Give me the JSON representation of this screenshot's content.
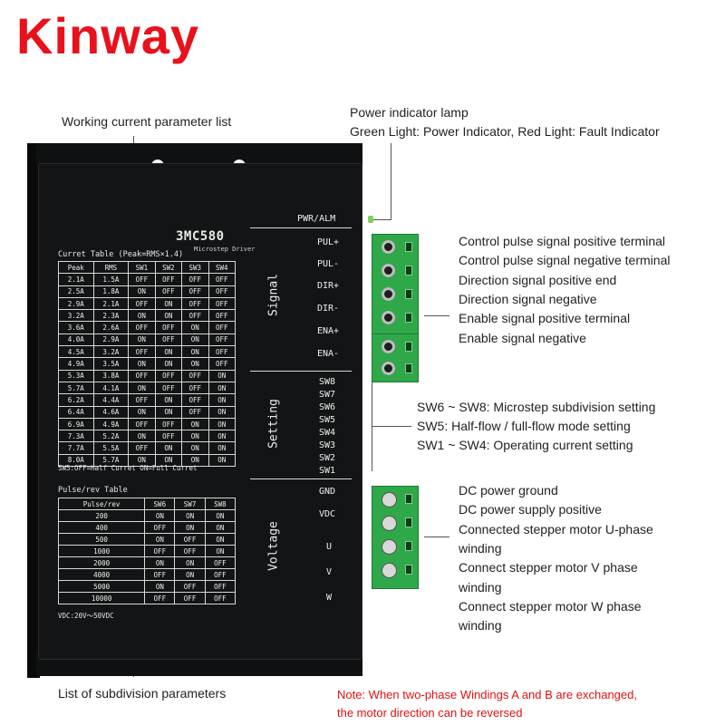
{
  "brand": "Kinway",
  "callouts": {
    "working_current": "Working current parameter list",
    "power_lamp_title": "Power indicator lamp",
    "power_lamp_desc": "Green Light: Power Indicator, Red Light: Fault Indicator",
    "subdivision_list": "List of subdivision parameters",
    "signal": [
      "Control pulse signal positive terminal",
      "Control pulse signal negative terminal",
      "Direction signal positive end",
      "Direction signal negative",
      "Enable signal positive terminal",
      "Enable signal negative"
    ],
    "setting": [
      "SW6 ~ SW8: Microstep subdivision setting",
      "SW5: Half-flow / full-flow mode setting",
      "SW1 ~ SW4: Operating current setting"
    ],
    "voltage": [
      "DC power ground",
      "DC power supply positive",
      "Connected stepper motor U-phase",
      "winding",
      "Connect stepper motor V phase",
      "winding",
      "Connect stepper motor W phase",
      "winding"
    ],
    "note_line1": "Note: When two-phase Windings A and B are exchanged,",
    "note_line2": "the motor direction can be reversed"
  },
  "driver": {
    "model": "3MC580",
    "model_sub": "Microstep Driver",
    "pwr_label": "PWR/ALM",
    "sections": {
      "signal": "Signal",
      "setting": "Setting",
      "voltage": "Voltage"
    },
    "signal_pins": [
      "PUL+",
      "PUL-",
      "DIR+",
      "DIR-",
      "ENA+",
      "ENA-"
    ],
    "setting_pins": [
      "SW8",
      "SW7",
      "SW6",
      "SW5",
      "SW4",
      "SW3",
      "SW2",
      "SW1"
    ],
    "voltage_pins": [
      "GND",
      "VDC",
      "U",
      "V",
      "W"
    ],
    "current_table": {
      "title": "Curret Table (Peak=RMS×1.4)",
      "headers": [
        "Peak",
        "RMS",
        "SW1",
        "SW2",
        "SW3",
        "SW4"
      ],
      "rows": [
        [
          "2.1A",
          "1.5A",
          "OFF",
          "OFF",
          "OFF",
          "OFF"
        ],
        [
          "2.5A",
          "1.8A",
          "ON",
          "OFF",
          "OFF",
          "OFF"
        ],
        [
          "2.9A",
          "2.1A",
          "OFF",
          "ON",
          "OFF",
          "OFF"
        ],
        [
          "3.2A",
          "2.3A",
          "ON",
          "ON",
          "OFF",
          "OFF"
        ],
        [
          "3.6A",
          "2.6A",
          "OFF",
          "OFF",
          "ON",
          "OFF"
        ],
        [
          "4.0A",
          "2.9A",
          "ON",
          "OFF",
          "ON",
          "OFF"
        ],
        [
          "4.5A",
          "3.2A",
          "OFF",
          "ON",
          "ON",
          "OFF"
        ],
        [
          "4.9A",
          "3.5A",
          "ON",
          "ON",
          "ON",
          "OFF"
        ],
        [
          "5.3A",
          "3.8A",
          "OFF",
          "OFF",
          "OFF",
          "ON"
        ],
        [
          "5.7A",
          "4.1A",
          "ON",
          "OFF",
          "OFF",
          "ON"
        ],
        [
          "6.2A",
          "4.4A",
          "OFF",
          "ON",
          "OFF",
          "ON"
        ],
        [
          "6.4A",
          "4.6A",
          "ON",
          "ON",
          "OFF",
          "ON"
        ],
        [
          "6.9A",
          "4.9A",
          "OFF",
          "OFF",
          "ON",
          "ON"
        ],
        [
          "7.3A",
          "5.2A",
          "ON",
          "OFF",
          "ON",
          "ON"
        ],
        [
          "7.7A",
          "5.5A",
          "OFF",
          "ON",
          "ON",
          "ON"
        ],
        [
          "8.0A",
          "5.7A",
          "ON",
          "ON",
          "ON",
          "ON"
        ]
      ],
      "footer": "SW5:OFF=Half Curret ON=Full Curret"
    },
    "pulse_table": {
      "title": "Pulse/rev Table",
      "headers": [
        "Pulse/rev",
        "SW6",
        "SW7",
        "SW8"
      ],
      "rows": [
        [
          "200",
          "ON",
          "ON",
          "ON"
        ],
        [
          "400",
          "OFF",
          "ON",
          "ON"
        ],
        [
          "500",
          "ON",
          "OFF",
          "ON"
        ],
        [
          "1000",
          "OFF",
          "OFF",
          "ON"
        ],
        [
          "2000",
          "ON",
          "ON",
          "OFF"
        ],
        [
          "4000",
          "OFF",
          "ON",
          "OFF"
        ],
        [
          "5000",
          "ON",
          "OFF",
          "OFF"
        ],
        [
          "10000",
          "OFF",
          "OFF",
          "OFF"
        ]
      ],
      "footer": "VDC:20V～50VDC"
    }
  },
  "colors": {
    "brand": "#e8111c",
    "note": "#e01010",
    "terminal": "#2fa84a",
    "driver_body": "#131415"
  }
}
